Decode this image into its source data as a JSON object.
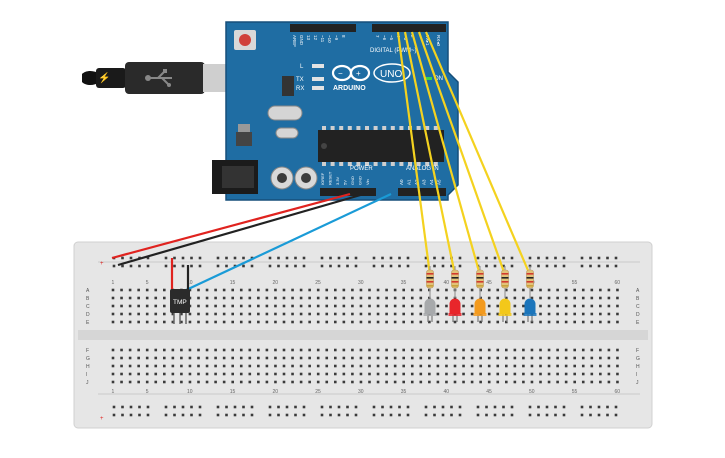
{
  "arduino": {
    "brand": "ARDUINO",
    "model": "UNO",
    "digital_label": "DIGITAL (PWM~)",
    "analog_label": "ANALOG IN",
    "power_label": "POWER",
    "on_label": "ON",
    "led_l": "L",
    "led_tx": "TX",
    "led_rx": "RX",
    "header_top": [
      "AREF",
      "GND",
      "13",
      "12",
      "~11",
      "~10",
      "~9",
      "8",
      "7",
      "~6",
      "~5",
      "4",
      "~3",
      "2",
      "TX▸1",
      "RX◂0"
    ],
    "header_power": [
      "IOREF",
      "RESET",
      "3.3V",
      "5V",
      "GND",
      "GND",
      "Vin"
    ],
    "header_analog": [
      "A0",
      "A1",
      "A2",
      "A3",
      "A4",
      "A5"
    ]
  },
  "sensor": {
    "label": "TMP"
  },
  "breadboard": {
    "row_letters_top": [
      "A",
      "B",
      "C",
      "D",
      "E"
    ],
    "row_letters_bottom": [
      "F",
      "G",
      "H",
      "I",
      "J"
    ],
    "column_numbers": [
      "1",
      "5",
      "10",
      "15",
      "20",
      "25",
      "30",
      "35",
      "40",
      "45",
      "50",
      "55",
      "60"
    ],
    "rail_plus": "+",
    "rail_minus": "-"
  },
  "leds": [
    {
      "color_name": "white",
      "color": "#a7a9ab"
    },
    {
      "color_name": "red",
      "color": "#e8262b"
    },
    {
      "color_name": "orange",
      "color": "#f39a1e"
    },
    {
      "color_name": "yellow",
      "color": "#f3c81a"
    },
    {
      "color_name": "blue",
      "color": "#1b75bb"
    }
  ],
  "colors": {
    "board": "#1f6da3",
    "board_dark": "#145a8a",
    "breadboard": "#e6e6e6",
    "hole": "#3a3a3a",
    "wire_red": "#e0231f",
    "wire_black": "#222222",
    "wire_blue": "#1a9bd7",
    "wire_yellow": "#f4d21f",
    "rail_red": "#e0231f"
  }
}
